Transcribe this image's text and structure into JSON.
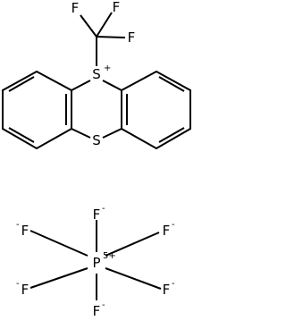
{
  "molecule": {
    "cation": {
      "cf3_fluorines": [
        "F",
        "F",
        "F"
      ],
      "sulfonium": {
        "symbol": "S",
        "charge": "+"
      },
      "ring_sulfur": {
        "symbol": "S"
      }
    },
    "anion": {
      "phosphorus": {
        "symbol": "P",
        "charge": "5+"
      },
      "fluorines": [
        {
          "symbol": "F",
          "charge": "-"
        },
        {
          "symbol": "F",
          "charge": "-"
        },
        {
          "symbol": "F",
          "charge": "-"
        },
        {
          "symbol": "F",
          "charge": "-"
        },
        {
          "symbol": "F",
          "charge": "-"
        },
        {
          "symbol": "F",
          "charge": "-"
        }
      ]
    },
    "colors": {
      "ink": "#000000",
      "background": "#ffffff"
    }
  }
}
